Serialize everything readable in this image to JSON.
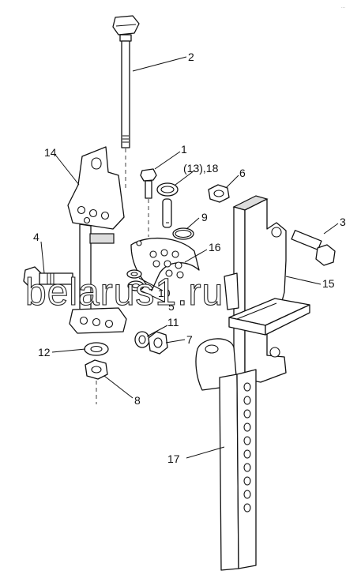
{
  "labels": {
    "l1": "1",
    "l2": "2",
    "l3": "3",
    "l4": "4",
    "l5": "5",
    "l6": "6",
    "l7": "7",
    "l8": "8",
    "l9": "9",
    "l10": "10",
    "l11": "11",
    "l12": "12",
    "l13_18": "(13),18",
    "l14": "14",
    "l15": "15",
    "l16": "16",
    "l17": "17"
  },
  "watermark": "belarus1.ru",
  "corner_mark": "..."
}
